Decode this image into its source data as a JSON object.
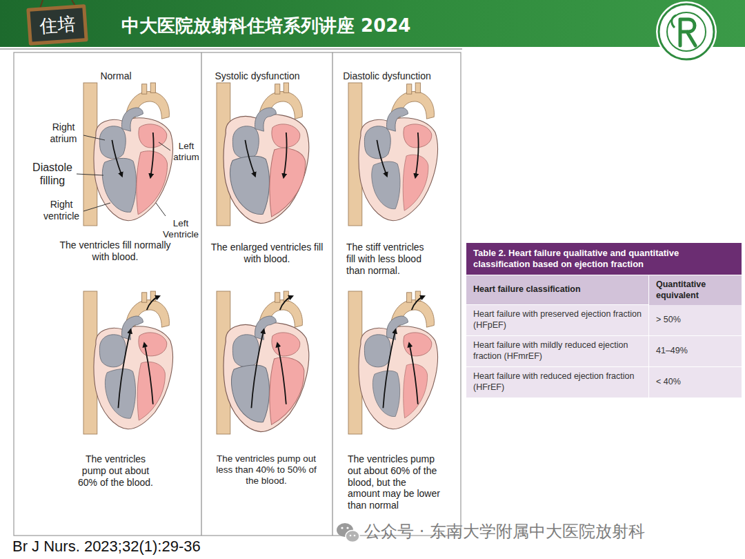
{
  "diagram": {
    "title": "中大医院放射科住培系列讲座 2024",
    "nodes": [
      {
        "text": [
          "住培"
        ]
      },
      {
        "text": [
          "Table 2. Heart failure qualitative and quantitative classification based on ejection fraction"
        ]
      },
      {
        "text": [
          "Heart failure classification"
        ]
      },
      {
        "text": [
          "Quantitative equivalent"
        ]
      },
      {
        "text": [
          "Heart failure with preserved ejection fraction (HFpEF)"
        ]
      },
      {
        "text": [
          "> 50%"
        ]
      },
      {
        "text": [
          "Heart failure with mildly reduced ejection fraction (HFmrEF)"
        ]
      },
      {
        "text": [
          "41–49%"
        ]
      },
      {
        "text": [
          "Heart failure with reduced ejection fraction (HFrEF)"
        ]
      },
      {
        "text": [
          "< 40%"
        ]
      }
    ],
    "labels": [
      "Normal",
      "Systolic dysfunction",
      "Diastolic dysfunction",
      "Right atrium",
      "Left atrium",
      "Diastole filling",
      "Right ventricle",
      "Left Ventricle",
      "The ventricles fill normally with blood.",
      "The enlarged ventricles fill with blood.",
      "The stiff ventricles fill with less blood than normal.",
      "The ventricles pump out about 60% of the blood.",
      "The ventricles pump out less than 40% to 50% of the blood.",
      "The ventricles pump out about 60% of the blood, but the amount may be lower than normal",
      "Br J Nurs. 2023;32(1):29-36",
      "公众号 · 东南大学附属中大医院放射科"
    ]
  }
}
